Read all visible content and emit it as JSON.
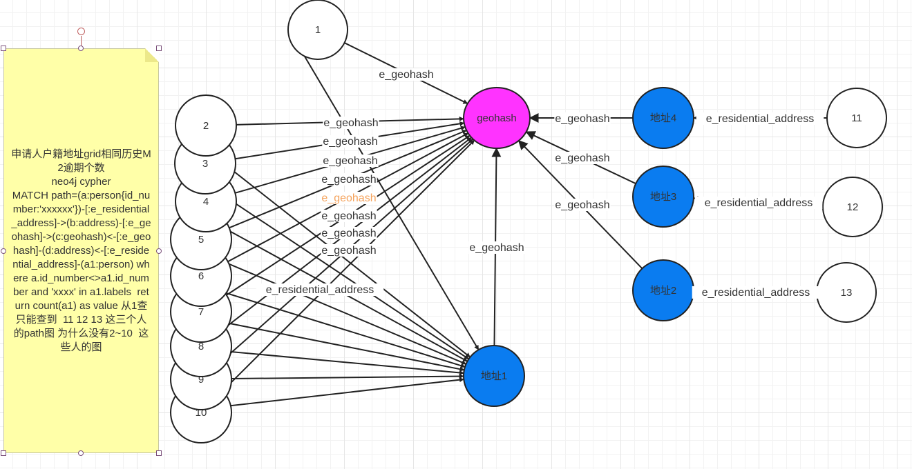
{
  "note": {
    "text": "申请人户籍地址grid相同历史M2逾期个数\nneo4j cypher\nMATCH path=(a:person{id_number:'xxxxxx'})-[:e_residential_address]->(b:address)-[:e_geohash]->(c:geohash)<-[:e_geohash]-(d:address)<-[:e_residential_address]-(a1:person) where a.id_number<>a1.id_number and 'xxxx' in a1.labels  return count(a1) as value 从1查只能查到  11 12 13 这三个人的path图 为什么没有2~10  这些人的图"
  },
  "nodes": [
    {
      "id": "n1",
      "label": "1",
      "fill": "#ffffff"
    },
    {
      "id": "n10",
      "label": "10",
      "fill": "#ffffff"
    },
    {
      "id": "n9",
      "label": "9",
      "fill": "#ffffff"
    },
    {
      "id": "n8",
      "label": "8",
      "fill": "#ffffff"
    },
    {
      "id": "n7",
      "label": "7",
      "fill": "#ffffff"
    },
    {
      "id": "n6",
      "label": "6",
      "fill": "#ffffff"
    },
    {
      "id": "n5",
      "label": "5",
      "fill": "#ffffff"
    },
    {
      "id": "n4",
      "label": "4",
      "fill": "#ffffff"
    },
    {
      "id": "n3",
      "label": "3",
      "fill": "#ffffff"
    },
    {
      "id": "n2",
      "label": "2",
      "fill": "#ffffff"
    },
    {
      "id": "geohash",
      "label": "geohash",
      "fill": "#ff33ff"
    },
    {
      "id": "a1",
      "label": "地址1",
      "fill": "#0a7cf0"
    },
    {
      "id": "a4",
      "label": "地址4",
      "fill": "#0a7cf0"
    },
    {
      "id": "a3",
      "label": "地址3",
      "fill": "#0a7cf0"
    },
    {
      "id": "a2",
      "label": "地址2",
      "fill": "#0a7cf0"
    },
    {
      "id": "n11",
      "label": "11",
      "fill": "#ffffff"
    },
    {
      "id": "n12",
      "label": "12",
      "fill": "#ffffff"
    },
    {
      "id": "n13",
      "label": "13",
      "fill": "#ffffff"
    }
  ],
  "edges": [
    {
      "from": "n1",
      "to": "geohash",
      "label": "e_geohash"
    },
    {
      "from": "n2",
      "to": "geohash",
      "label": "e_geohash"
    },
    {
      "from": "n3",
      "to": "geohash",
      "label": "e_geohash"
    },
    {
      "from": "n4",
      "to": "geohash",
      "label": "e_geohash"
    },
    {
      "from": "n5",
      "to": "geohash",
      "label": "e_geohash"
    },
    {
      "from": "n6",
      "to": "geohash",
      "label": "e_geohash",
      "highlight": true
    },
    {
      "from": "n7",
      "to": "geohash",
      "label": "e_geohash"
    },
    {
      "from": "n8",
      "to": "geohash",
      "label": "e_geohash"
    },
    {
      "from": "n9",
      "to": "geohash",
      "label": "e_geohash"
    },
    {
      "from": "n10",
      "to": "geohash",
      "label": ""
    },
    {
      "from": "n1",
      "to": "a1",
      "label": ""
    },
    {
      "from": "n2",
      "to": "a1",
      "label": ""
    },
    {
      "from": "n3",
      "to": "a1",
      "label": ""
    },
    {
      "from": "n4",
      "to": "a1",
      "label": ""
    },
    {
      "from": "n5",
      "to": "a1",
      "label": ""
    },
    {
      "from": "n6",
      "to": "a1",
      "label": "e_residential_address"
    },
    {
      "from": "n7",
      "to": "a1",
      "label": ""
    },
    {
      "from": "n8",
      "to": "a1",
      "label": ""
    },
    {
      "from": "n9",
      "to": "a1",
      "label": ""
    },
    {
      "from": "n10",
      "to": "a1",
      "label": ""
    },
    {
      "from": "a1",
      "to": "geohash",
      "label": "e_geohash"
    },
    {
      "from": "a4",
      "to": "geohash",
      "label": "e_geohash"
    },
    {
      "from": "a3",
      "to": "geohash",
      "label": "e_geohash"
    },
    {
      "from": "a2",
      "to": "geohash",
      "label": "e_geohash"
    },
    {
      "from": "n11",
      "to": "a4",
      "label": "e_residential_address"
    },
    {
      "from": "n12",
      "to": "a3",
      "label": "e_residential_address"
    },
    {
      "from": "n13",
      "to": "a2",
      "label": "e_residential_address"
    }
  ],
  "colors": {
    "line": "#222222",
    "label_highlight": "#f5a35c",
    "note_fill": "#ffffa8"
  }
}
